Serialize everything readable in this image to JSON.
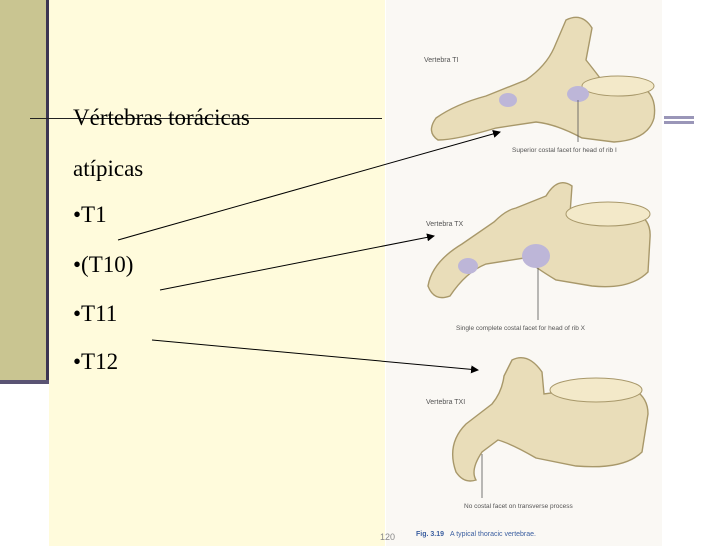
{
  "slide": {
    "title_line1": "Vértebras torácicas",
    "title_line2": "atípicas",
    "bullets": [
      "•T1",
      "•(T10)",
      "•T11",
      "•T12"
    ]
  },
  "figure": {
    "vertebra_1": {
      "name": "Vertebra TI",
      "caption": "Superior costal facet for head of rib I"
    },
    "vertebra_2": {
      "name": "Vertebra TX",
      "caption": "Single complete costal facet for head of rib X"
    },
    "vertebra_3": {
      "name": "Vertebra TXI",
      "caption": "No costal facet on transverse process"
    },
    "page_number": "120",
    "figure_caption_label": "Fig. 3.19",
    "figure_caption_text": "A typical thoracic vertebrae."
  },
  "colors": {
    "band_olive": "#c9c591",
    "band_cream": "#fffbdc",
    "bone": "#e8dcb8",
    "facet": "#b9b2d6",
    "accent_bars": "#9a96b8"
  }
}
